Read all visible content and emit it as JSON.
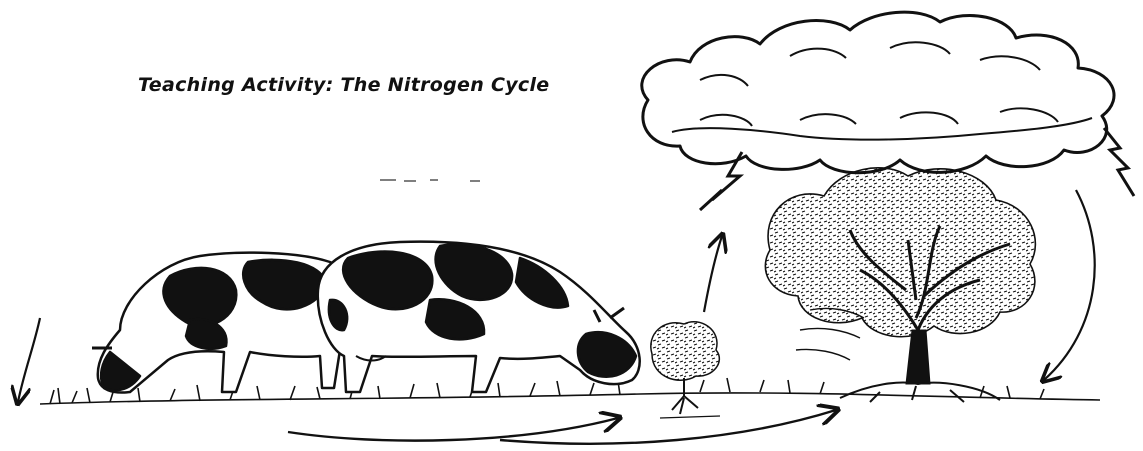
{
  "title": "Teaching Activity: The Nitrogen Cycle",
  "colors": {
    "ink": "#111111",
    "background": "#ffffff"
  },
  "elements": {
    "cloud": "storm-cloud",
    "lightning": [
      "lightning-bolt-left",
      "lightning-bolt-right"
    ],
    "animals": [
      "cow-back",
      "cow-front"
    ],
    "plants": [
      "small-shrub",
      "tree"
    ],
    "arrows": [
      "arrow-down-left",
      "arrow-ground-to-shrub",
      "arrow-ground-to-tree",
      "arrow-up-from-shrub",
      "arrow-cloud-down-right"
    ]
  }
}
